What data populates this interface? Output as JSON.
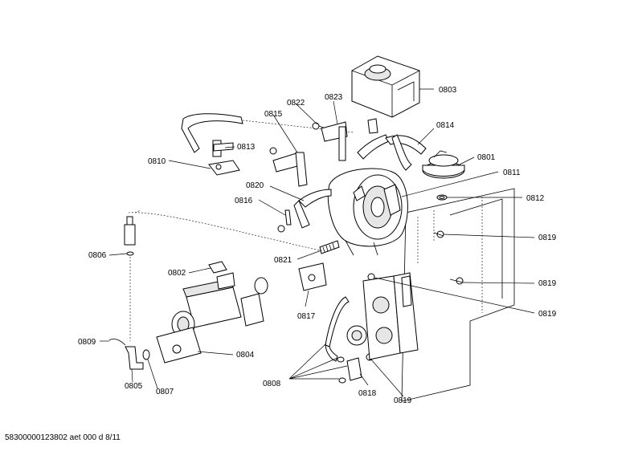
{
  "footer": "58300000123802 aet 000 d 8/11",
  "labels": [
    "0803",
    "0823",
    "0822",
    "0815",
    "0814",
    "0813",
    "0810",
    "0801",
    "0811",
    "0820",
    "0812",
    "0816",
    "0819",
    "0806",
    "0821",
    "0802",
    "0819",
    "0819",
    "0817",
    "0809",
    "0804",
    "0808",
    "0818",
    "0805",
    "0807",
    "0819"
  ]
}
